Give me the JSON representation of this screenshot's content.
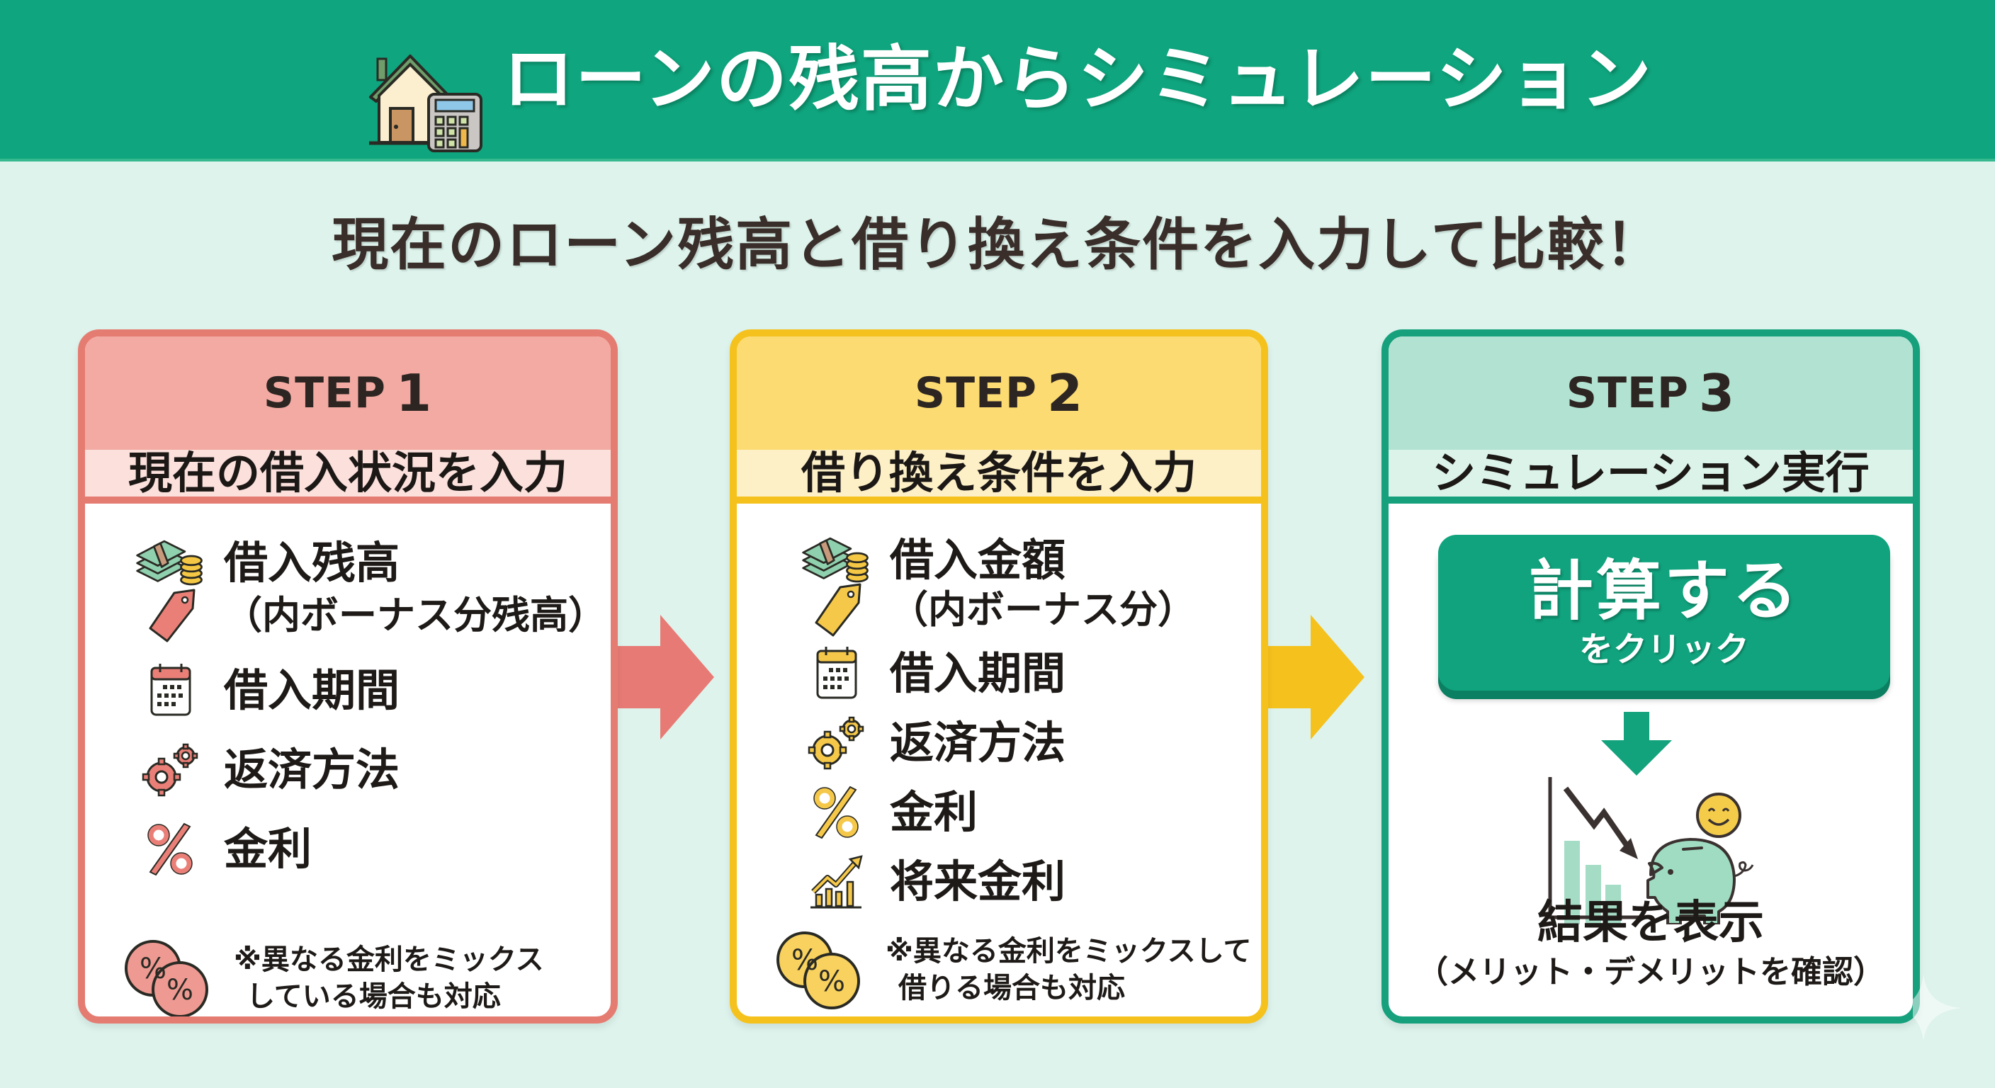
{
  "header": {
    "title": "ローンの残高からシミュレーション",
    "icon": "house-calculator-icon",
    "background_color": "#0fa57e"
  },
  "subtitle": "現在のローン残高と借り換え条件を入力して比較！",
  "steps": [
    {
      "step_word": "STEP",
      "step_number": "1",
      "title": "現在の借入状況を入力",
      "accent_color": "#e57c72",
      "items": [
        {
          "icon": "money-stack-coins-icon",
          "label": "借入残高"
        },
        {
          "icon": "price-tag-icon",
          "label": "（内ボーナス分残高）"
        },
        {
          "icon": "calendar-icon",
          "label": "借入期間"
        },
        {
          "icon": "gears-icon",
          "label": "返済方法"
        },
        {
          "icon": "percent-icon",
          "label": "金利"
        }
      ],
      "note": {
        "icon": "percent-coins-icon",
        "line1": "※異なる金利をミックス",
        "line2": "している場合も対応"
      }
    },
    {
      "step_word": "STEP",
      "step_number": "2",
      "title": "借り換え条件を入力",
      "accent_color": "#f5c21d",
      "items": [
        {
          "icon": "money-stack-coins-icon",
          "label": "借入金額"
        },
        {
          "icon": "price-tag-icon",
          "label": "（内ボーナス分）"
        },
        {
          "icon": "calendar-icon",
          "label": "借入期間"
        },
        {
          "icon": "gears-icon",
          "label": "返済方法"
        },
        {
          "icon": "percent-icon",
          "label": "金利"
        },
        {
          "icon": "rising-chart-icon",
          "label": "将来金利"
        }
      ],
      "note": {
        "icon": "percent-coins-icon",
        "line1": "※異なる金利をミックスして",
        "line2": "借りる場合も対応"
      }
    },
    {
      "step_word": "STEP",
      "step_number": "3",
      "title": "シミュレーション実行",
      "accent_color": "#16a07c",
      "button": {
        "label": "計算する",
        "sub_label": "をクリック"
      },
      "result": {
        "icon": "declining-chart-piggy-bank-icon",
        "title": "結果を表示",
        "subtitle": "（メリット・デメリットを確認）"
      }
    }
  ]
}
